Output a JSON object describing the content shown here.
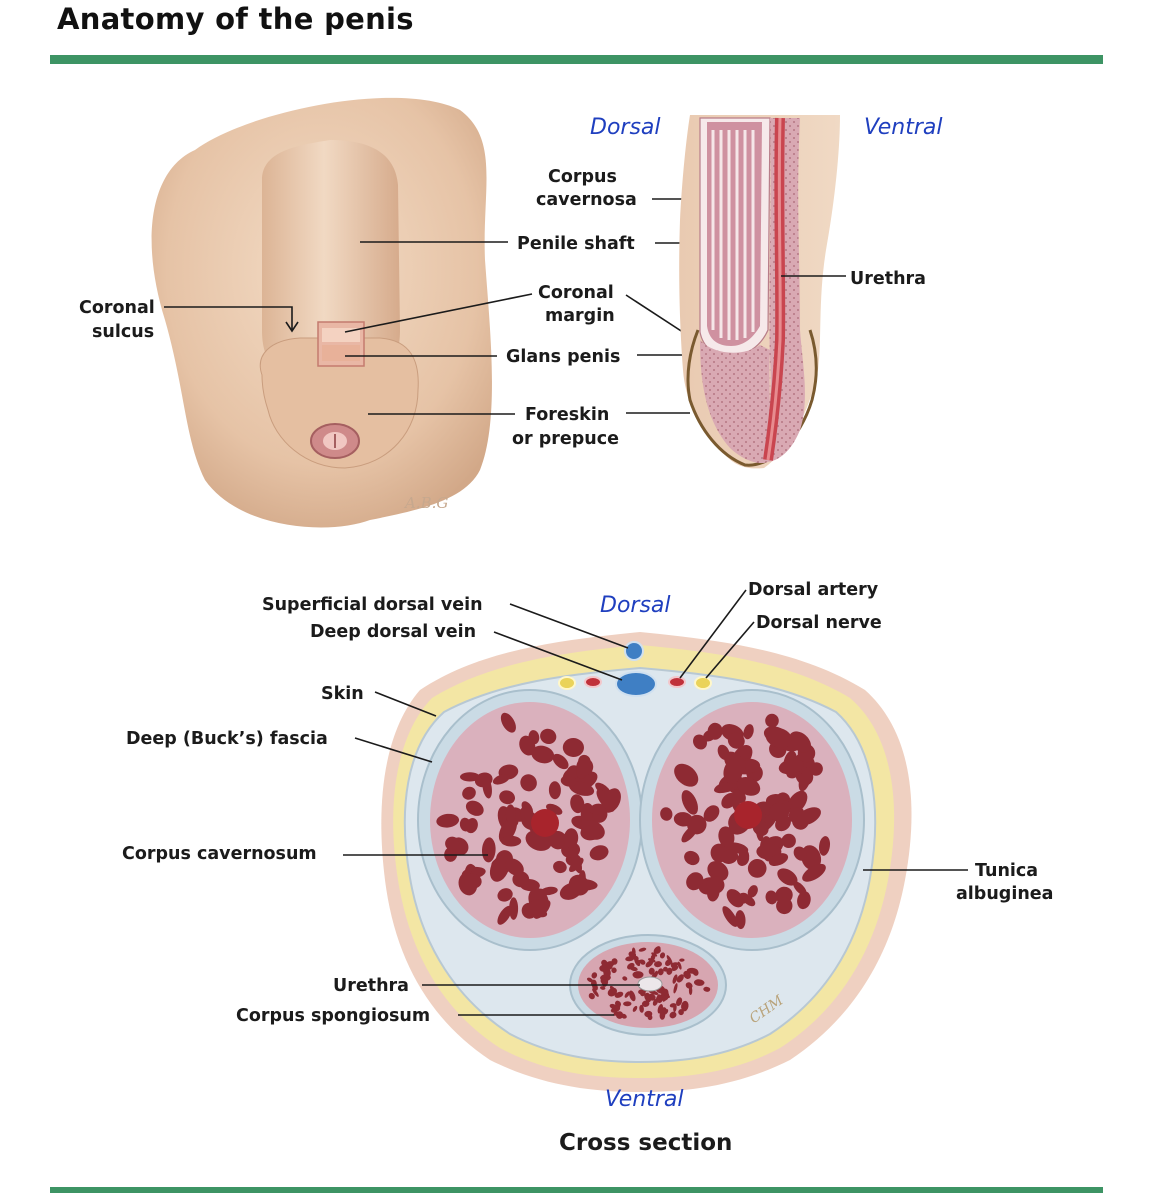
{
  "title": "Anatomy of the penis",
  "top_left": {
    "labels": {
      "coronal_sulcus": [
        "Coronal",
        "sulcus"
      ]
    },
    "artist_signature": "A.B.G"
  },
  "top_middle_labels": {
    "corpus_cavernosa": [
      "Corpus",
      "cavernosa"
    ],
    "penile_shaft": "Penile shaft",
    "coronal_margin": [
      "Coronal",
      "margin"
    ],
    "glans_penis": "Glans penis",
    "foreskin": [
      "Foreskin",
      "or prepuce"
    ]
  },
  "top_right": {
    "dorsal": "Dorsal",
    "ventral": "Ventral",
    "urethra": "Urethra"
  },
  "cross_section": {
    "dorsal": "Dorsal",
    "ventral": "Ventral",
    "caption": "Cross section",
    "artist_signature": "CHM",
    "labels": {
      "superficial_dorsal_vein": "Superficial dorsal vein",
      "deep_dorsal_vein": "Deep dorsal vein",
      "skin": "Skin",
      "deep_fascia": "Deep (Buck’s) fascia",
      "corpus_cavernosum": "Corpus cavernosum",
      "urethra": "Urethra",
      "corpus_spongiosum": "Corpus spongiosum",
      "dorsal_artery": "Dorsal artery",
      "dorsal_nerve": "Dorsal nerve",
      "tunica_albuginea": [
        "Tunica",
        "albuginea"
      ]
    }
  },
  "colors": {
    "accent_rule": "#3d9464",
    "orientation_text": "#1f3fbf",
    "skin": "#e8c9ae",
    "fascia_yellow": "#f3e6a4",
    "tunica": "#cfdde6",
    "cavernous_tissue": "#d9a8b4",
    "trabeculae": "#8e2a33",
    "vein_blue": "#3f7fc4",
    "artery_red": "#c0313a"
  }
}
